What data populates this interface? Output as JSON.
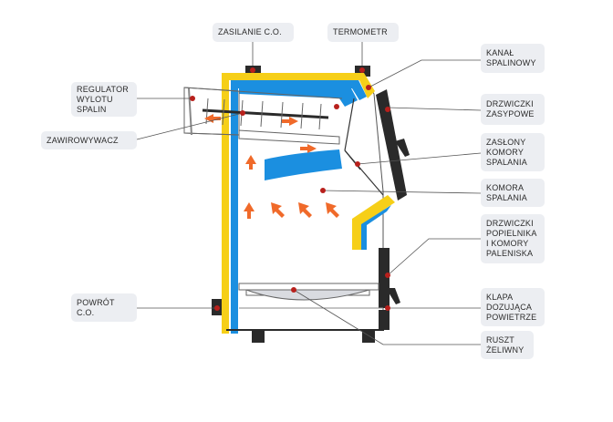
{
  "labels": {
    "zasilanie": "ZASILANIE C.O.",
    "termometr": "TERMOMETR",
    "kanal": "KANAŁ\nSPALINOWY",
    "regulator": "REGULATOR\nWYLOTU\nSPALIN",
    "zawirowywacz": "ZAWIROWYWACZ",
    "drzwiczki_zasypowe": "DRZWICZKI\nZASYPOWE",
    "zaslony": "ZASŁONY\nKOMORY\nSPALANIA",
    "komora": "KOMORA\nSPALANIA",
    "drzwiczki_popielnika": "DRZWICZKI\nPOPIELNIKA\nI KOMORY\nPALENISKA",
    "powrot": "POWRÓT\nC.O.",
    "klapa": "KLAPA\nDOZUJĄCA\nPOWIETRZE",
    "ruszt": "RUSZT\nŻELIWNY"
  },
  "colors": {
    "yellow": "#f6cf18",
    "blue": "#1b8fe0",
    "red_dot": "#b8201c",
    "arrow": "#f06a2a",
    "dark": "#2a2a2a",
    "grate": "#d9dbe0"
  }
}
